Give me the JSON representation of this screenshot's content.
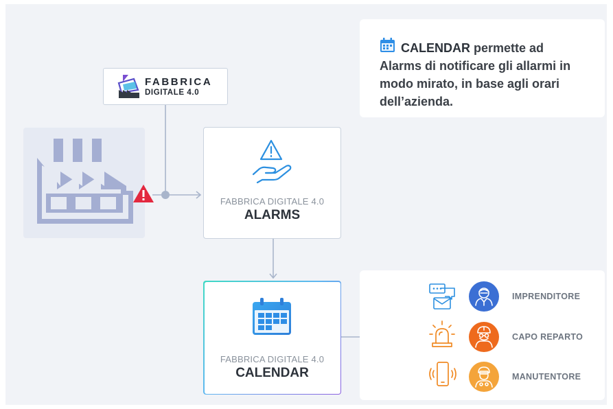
{
  "brand": {
    "line1": "FABBRICA",
    "line2": "DIGITALE 4.0"
  },
  "alarms_card": {
    "subtitle": "FABBRICA DIGITALE 4.0",
    "title": "ALARMS",
    "icon": "hand-alert-icon"
  },
  "calendar_card": {
    "subtitle": "FABBRICA DIGITALE 4.0",
    "title": "CALENDAR",
    "icon": "calendar-icon"
  },
  "info": {
    "keyword": "CALENDAR",
    "text": "permette ad Alarms di notificare gli allarmi in modo mirato, in base agli orari dell’azienda."
  },
  "recipients": [
    {
      "label": "IMPRENDITORE",
      "channel_icon": "message-icon",
      "avatar_icon": "businessman-icon",
      "color": "#3b6fd4"
    },
    {
      "label": "CAPO REPARTO",
      "channel_icon": "siren-icon",
      "avatar_icon": "foreman-icon",
      "color": "#ee6a1d"
    },
    {
      "label": "MANUTENTORE",
      "channel_icon": "phone-vibrate-icon",
      "avatar_icon": "technician-icon",
      "color": "#f4a43a"
    }
  ],
  "colors": {
    "accent_blue": "#2b8fe0",
    "alert_red": "#e3283f",
    "wire": "#a9b5cb",
    "factory": "#a4aed2",
    "background": "#f1f3f7"
  }
}
